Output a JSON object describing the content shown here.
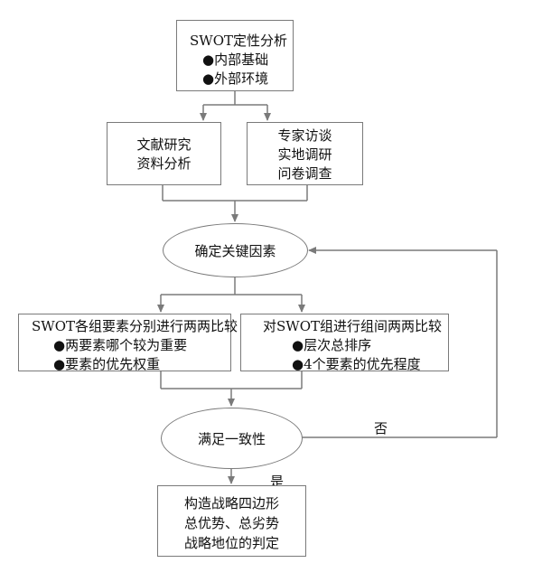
{
  "colors": {
    "border": "#7a7a7a",
    "arrow": "#7a7a7a",
    "text": "#111111",
    "background": "#ffffff"
  },
  "swot": {
    "title": "SWOT定性分析",
    "items": [
      "●内部基础",
      "●外部环境"
    ]
  },
  "literature": {
    "lines": [
      "文献研究",
      "资料分析"
    ]
  },
  "expert": {
    "lines": [
      "专家访谈",
      "实地调研",
      "问卷调查"
    ]
  },
  "key_factors": {
    "label": "确定关键因素"
  },
  "left_compare": {
    "title": "SWOT各组要素分别进行两两比较",
    "items": [
      "●两要素哪个较为重要",
      "●要素的优先权重"
    ]
  },
  "right_compare": {
    "title": "对SWOT组进行组间两两比较",
    "items": [
      "●层次总排序",
      "●4个要素的优先程度"
    ]
  },
  "consistency": {
    "label": "满足一致性"
  },
  "edges": {
    "no": "否",
    "yes": "是"
  },
  "result": {
    "lines": [
      "构造战略四边形",
      "总优势、总劣势",
      "战略地位的判定"
    ]
  }
}
